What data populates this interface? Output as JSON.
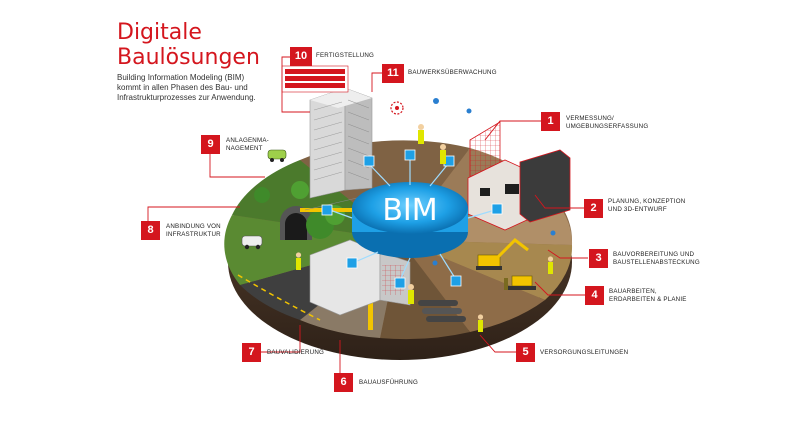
{
  "title": {
    "line1": "Digitale",
    "line2": "Baulösungen"
  },
  "subtitle": {
    "line1": "Building Information Modeling (BIM)",
    "line2": "kommt in allen Phasen des Bau- und",
    "line3": "Infrastrukturprozesses zur Anwendung."
  },
  "center_label": "BIM",
  "phases": [
    {
      "number": "1",
      "lines": [
        "Vermessung/",
        "Umgebungserfassung"
      ]
    },
    {
      "number": "2",
      "lines": [
        "Planung, Konzeption",
        "und 3D-Entwurf"
      ]
    },
    {
      "number": "3",
      "lines": [
        "Bauvorbereitung und",
        "Baustellenabsteckung"
      ]
    },
    {
      "number": "4",
      "lines": [
        "Bauarbeiten,",
        "Erdarbeiten & Planie"
      ]
    },
    {
      "number": "5",
      "lines": [
        "Versorgungsleitungen"
      ]
    },
    {
      "number": "6",
      "lines": [
        "Bauausführung"
      ]
    },
    {
      "number": "7",
      "lines": [
        "Bauvalidierung"
      ]
    },
    {
      "number": "8",
      "lines": [
        "Anbindung von",
        "Infrastruktur"
      ]
    },
    {
      "number": "9",
      "lines": [
        "Anlagenma-",
        "nagement"
      ]
    },
    {
      "number": "10",
      "lines": [
        "Fertigstellung"
      ]
    },
    {
      "number": "11",
      "lines": [
        "Bauwerksüberwachung"
      ]
    }
  ],
  "icons": [
    "building-icon",
    "crane-icon",
    "excavator-icon",
    "bulldozer-icon",
    "car-icon",
    "tree-icon",
    "tunnel-icon",
    "pipe-icon",
    "surveyor-icon",
    "satellite-icon",
    "checklist-icon"
  ],
  "colors": {
    "accent": "#d4161e",
    "bim_blue": "#1ea0e6",
    "earth": "#7a5a3a",
    "grass": "#5a8a32"
  }
}
